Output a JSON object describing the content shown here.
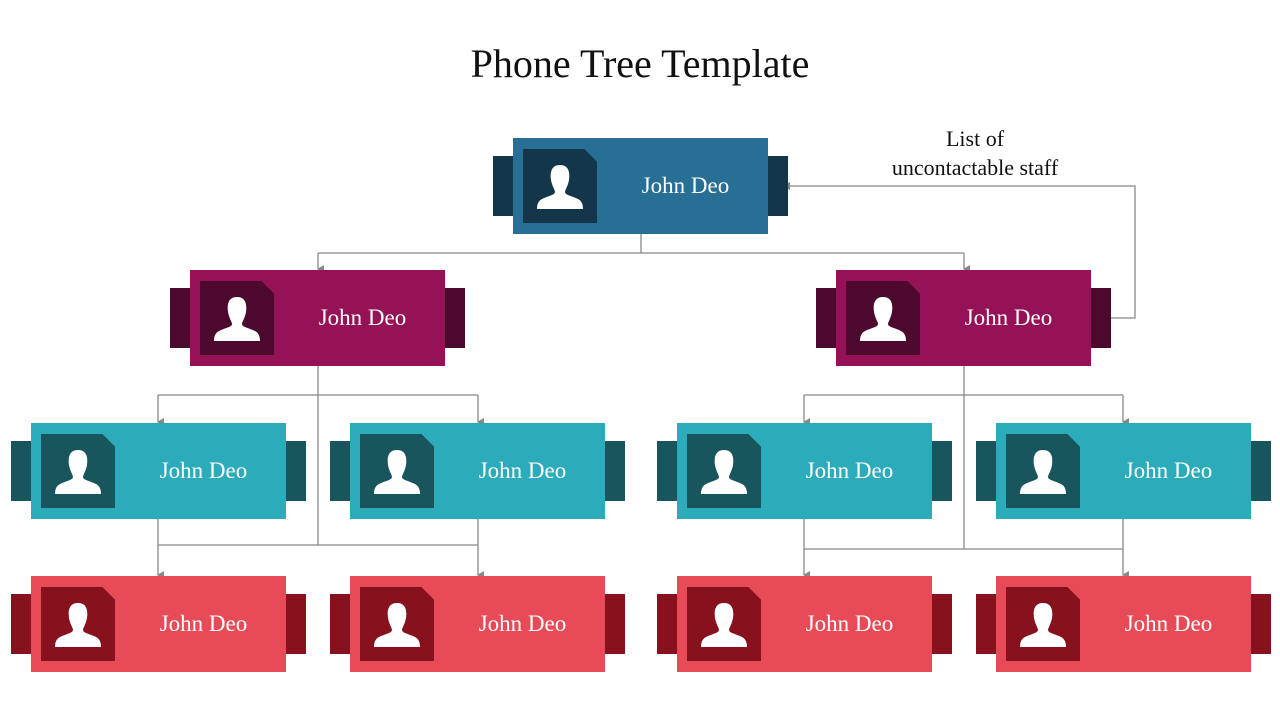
{
  "title": "Phone Tree Template",
  "note": {
    "line1": "List of",
    "line2": "uncontactable staff"
  },
  "colors": {
    "level1": {
      "card": "#286F96",
      "dark": "#14364A"
    },
    "level2": {
      "card": "#951257",
      "dark": "#4C082D"
    },
    "level3": {
      "card": "#2CACBA",
      "dark": "#18555D"
    },
    "level4": {
      "card": "#E84B58",
      "dark": "#88111E"
    },
    "connector": "#888888"
  },
  "nodes": [
    {
      "name": "John Deo",
      "level": "level1"
    },
    {
      "name": "John Deo",
      "level": "level2"
    },
    {
      "name": "John Deo",
      "level": "level2"
    },
    {
      "name": "John Deo",
      "level": "level3"
    },
    {
      "name": "John Deo",
      "level": "level3"
    },
    {
      "name": "John Deo",
      "level": "level3"
    },
    {
      "name": "John Deo",
      "level": "level3"
    },
    {
      "name": "John Deo",
      "level": "level4"
    },
    {
      "name": "John Deo",
      "level": "level4"
    },
    {
      "name": "John Deo",
      "level": "level4"
    },
    {
      "name": "John Deo",
      "level": "level4"
    }
  ]
}
